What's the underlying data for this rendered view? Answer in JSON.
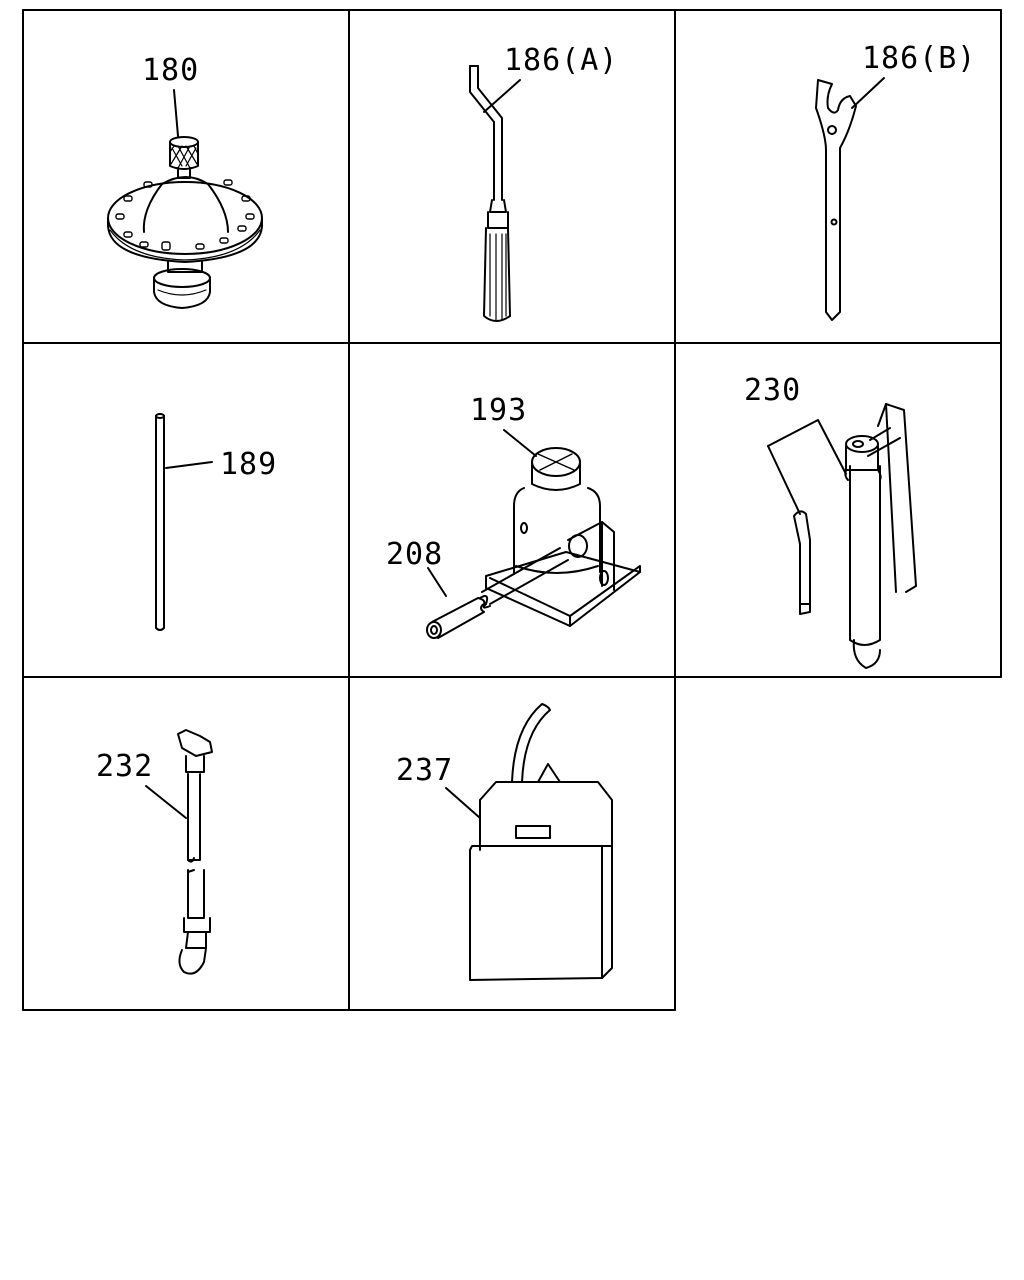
{
  "parts": [
    {
      "label": "180"
    },
    {
      "label": "186(A)"
    },
    {
      "label": "186(B)"
    },
    {
      "label": "189"
    },
    {
      "label": "193"
    },
    {
      "label": "208"
    },
    {
      "label": "230"
    },
    {
      "label": "232"
    },
    {
      "label": "237"
    }
  ]
}
